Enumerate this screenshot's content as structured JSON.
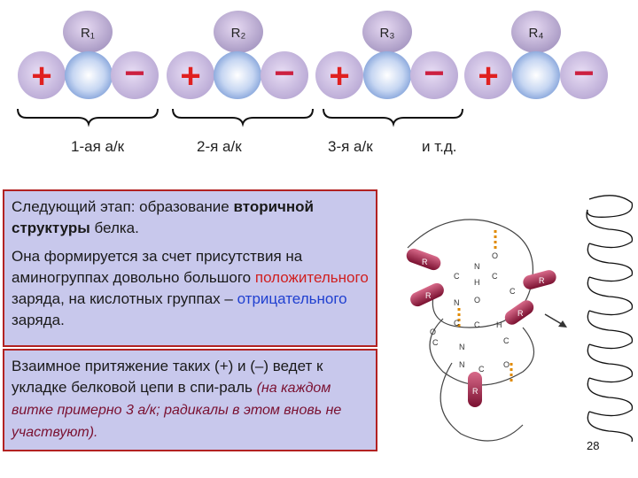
{
  "chain": {
    "radicals": [
      "R₁",
      "R₂",
      "R₃",
      "R₄"
    ],
    "plus_sign": "+",
    "minus_sign": "−",
    "labels": [
      "1-ая а/к",
      "2-я а/к",
      "3-я а/к",
      "и т.д."
    ]
  },
  "text": {
    "p1_a": "Следующий этап: образование ",
    "p1_b": "вторичной структуры",
    "p1_c": " белка.",
    "p2_a": "Она формируется за счет присутствия на аминогруппах довольно большого ",
    "p2_pos": "положительного",
    "p2_b": " заряда, на кислотных группах – ",
    "p2_neg": "отрицательного",
    "p2_c": " заряда.",
    "p3_a": "Взаимное притяжение таких (+) и (–) ведет к укладке белковой цепи в спи-раль ",
    "p3_note": "(на каждом витке примерно 3 а/к; радикалы в этом вновь не участвуют)."
  },
  "diagram": {
    "radical_label": "R",
    "atoms": [
      "C",
      "N",
      "O",
      "H"
    ]
  },
  "colors": {
    "plus": "#e02020",
    "minus": "#cc2040",
    "box_border": "#b22222",
    "box_fill": "#c8c8ec"
  },
  "page_number": "28"
}
